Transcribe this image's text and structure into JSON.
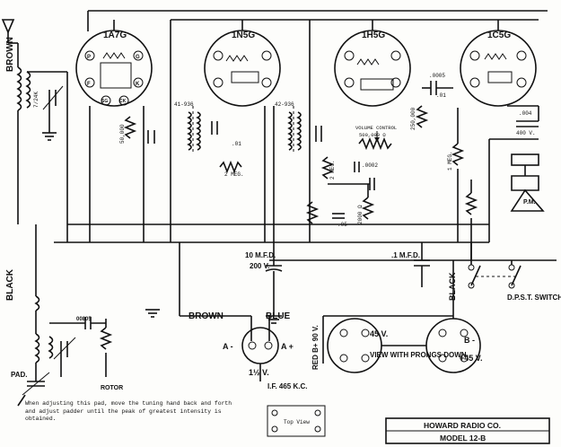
{
  "tubes": [
    {
      "label": "1A7G"
    },
    {
      "label": "1N5G"
    },
    {
      "label": "1H5G"
    },
    {
      "label": "1C5G"
    }
  ],
  "pins": {
    "p": "P",
    "f": "F",
    "g": "G",
    "k": "K",
    "sg": "SG",
    "ck": "CK"
  },
  "wires": {
    "brown_top": "BROWN",
    "black": "BLACK",
    "brown_bottom": "BROWN",
    "blue": "BLUE",
    "red": "RED B+ 90 V.",
    "a_minus": "A -",
    "a_plus": "A +",
    "a_voltage": "1½ V."
  },
  "components": {
    "osc_pad": "00805",
    "rotor": "ROTOR",
    "pad": "PAD.",
    "if_cond_1": "41-936",
    "if_cond_2": "42-936",
    "coupling_cap": ".0005",
    "coupling_cap2": ".01",
    "cap_01": ".01",
    "res_2meg": "2 MEG.",
    "vc_label": "VOLUME CONTROL",
    "vc_value": "500,000 Ω",
    "cap_0002": ".0002",
    "res_2meg_b": "2 MEG.",
    "cap_05": ".05",
    "res_250k": "250,000",
    "res_1meg": "1 MEG.",
    "cap_004": ".004",
    "cap_004_v": "400 V.",
    "electrolytic_1": "10 M.F.D.",
    "electrolytic_1_v": "200 V.",
    "electrolytic_2": ".1 M.F.D.",
    "speaker": "P.M.",
    "switch": "D.P.S.T. SWITCH.",
    "res_50k": "50,000",
    "ant_coil": "7/24K",
    "res_2000": "2000 Ω"
  },
  "battery": {
    "v45_top": "45 V.",
    "v45_right": "+45 V.",
    "b_minus": "B -",
    "view_note": "VIEW WITH PRONGS DOWN"
  },
  "if_freq": "I.F. 465 K.C.",
  "note_text": "When adjusting this pad, move the tuning hand back and forth and adjust padder until the peak of greatest intensity is obtained.",
  "socket_label": "Top View",
  "nameplate": {
    "company": "HOWARD RADIO CO.",
    "model": "MODEL 12-B"
  }
}
